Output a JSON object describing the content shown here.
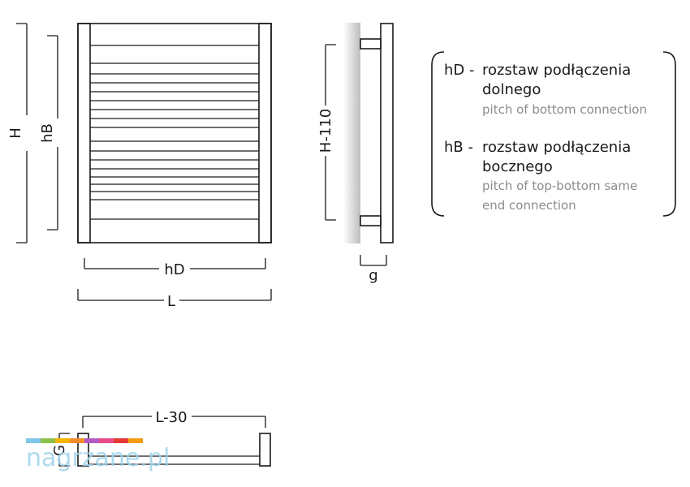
{
  "dimensions": {
    "H": "H",
    "hB": "hB",
    "hD": "hD",
    "L": "L",
    "H_110": "H-110",
    "g": "g",
    "L_30": "L-30",
    "G": "G"
  },
  "legend": {
    "items": [
      {
        "key": "hD -",
        "pl_lines": [
          "rozstaw podłączenia",
          "dolnego"
        ],
        "en_lines": [
          "pitch of bottom connection"
        ]
      },
      {
        "key": "hB -",
        "pl_lines": [
          "rozstaw podłączenia",
          "bocznego"
        ],
        "en_lines": [
          "pitch of top-bottom same",
          "end connection"
        ]
      }
    ]
  },
  "watermark": {
    "text": "nagrzane.pl",
    "colors": [
      "#7fc6e8",
      "#8cc04b",
      "#f4b400",
      "#f28c28",
      "#b05cc4",
      "#e84b8a",
      "#e53935",
      "#f39c12"
    ]
  }
}
